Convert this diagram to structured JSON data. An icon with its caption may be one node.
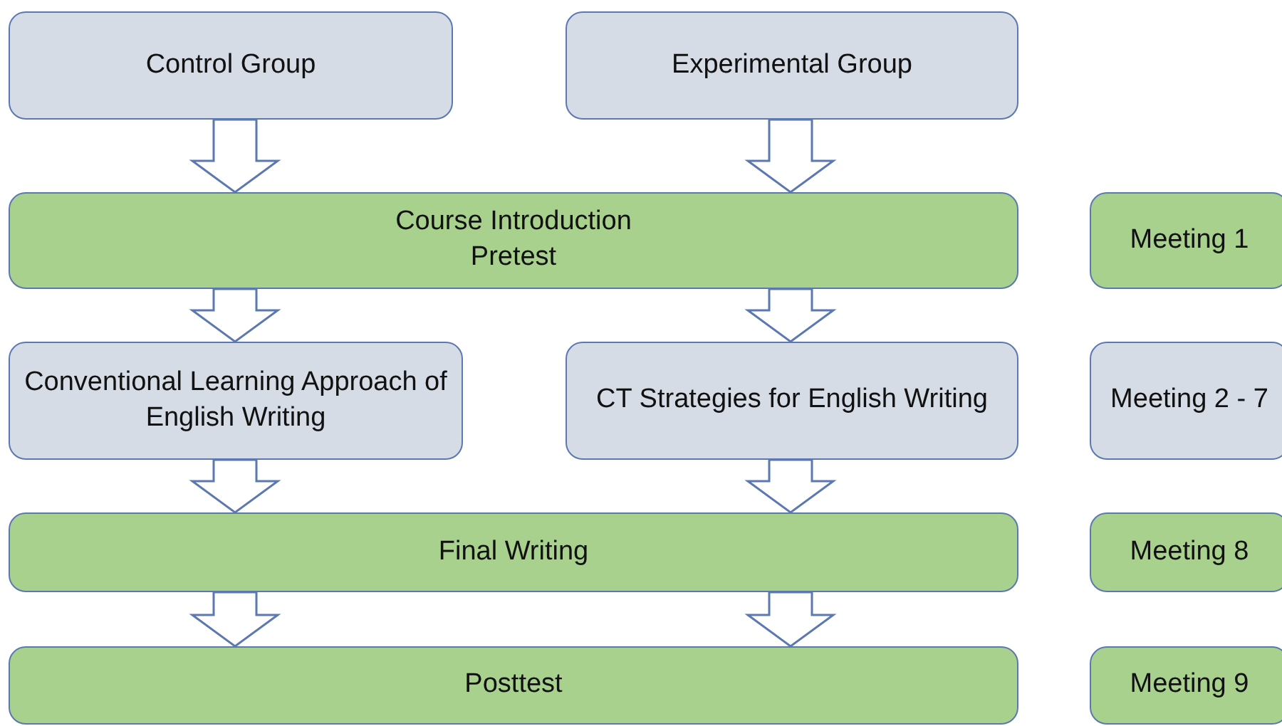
{
  "diagram": {
    "nodes": [
      {
        "text": [
          "Control Group"
        ]
      },
      {
        "text": [
          "Experimental Group"
        ]
      },
      {
        "text": [
          "Course Introduction",
          "Pretest"
        ]
      },
      {
        "text": [
          "Meeting 1"
        ]
      },
      {
        "text": [
          "Conventional Learning Approach of English Writing"
        ]
      },
      {
        "text": [
          "CT Strategies for English Writing"
        ]
      },
      {
        "text": [
          "Meeting 2 - 7"
        ]
      },
      {
        "text": [
          "Final Writing"
        ]
      },
      {
        "text": [
          "Meeting 8"
        ]
      },
      {
        "text": [
          "Posttest"
        ]
      },
      {
        "text": [
          "Meeting 9"
        ]
      }
    ],
    "edges": [
      {
        "from": 0,
        "to": 2,
        "arrow": "to"
      },
      {
        "from": 1,
        "to": 2,
        "arrow": "to"
      },
      {
        "from": 2,
        "to": 4,
        "arrow": "to"
      },
      {
        "from": 2,
        "to": 5,
        "arrow": "to"
      },
      {
        "from": 4,
        "to": 7,
        "arrow": "to"
      },
      {
        "from": 5,
        "to": 7,
        "arrow": "to"
      },
      {
        "from": 7,
        "to": 9,
        "arrow": "to"
      },
      {
        "from": 7,
        "to": 9,
        "arrow": "to"
      }
    ]
  }
}
